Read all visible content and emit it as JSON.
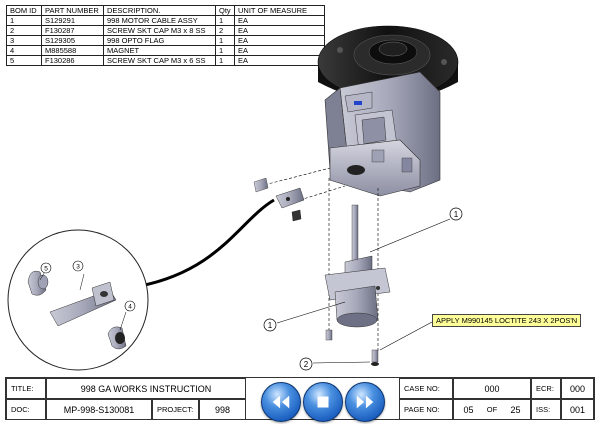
{
  "bom": {
    "headers": [
      "BOM ID",
      "PART NUMBER",
      "DESCRIPTION.",
      "Qty",
      "UNIT OF MEASURE"
    ],
    "rows": [
      [
        "1",
        "S129291",
        "998 MOTOR CABLE ASSY",
        "1",
        "EA"
      ],
      [
        "2",
        "F130287",
        "SCREW SKT CAP M3 x 8  SS",
        "2",
        "EA"
      ],
      [
        "3",
        "S129305",
        "998 OPTO FLAG",
        "1",
        "EA"
      ],
      [
        "4",
        "M885588",
        "MAGNET",
        "1",
        "EA"
      ],
      [
        "5",
        "F130286",
        "SCREW SKT CAP M3 x 6  SS",
        "1",
        "EA"
      ]
    ]
  },
  "callouts": {
    "c1a": "1",
    "c1b": "1",
    "c2": "2",
    "d3": "3",
    "d4": "4",
    "d5": "5"
  },
  "note": "APPLY M990145 LOCTITE 243 X 2POS'N",
  "footer": {
    "title_label": "TITLE:",
    "title_value": "998 GA WORKS INSTRUCTION",
    "doc_label": "DOC:",
    "doc_value": "MP-998-S130081",
    "project_label": "PROJECT:",
    "project_value": "998",
    "case_label": "CASE NO:",
    "case_value": "000",
    "ecr_label": "ECR:",
    "ecr_value": "000",
    "page_label": "PAGE NO:",
    "page_value": "05",
    "of_label": "OF",
    "of_value": "25",
    "iss_label": "ISS:",
    "iss_value": "001"
  },
  "nav_icons": [
    "rewind-icon",
    "stop-icon",
    "fast-forward-icon"
  ],
  "colors": {
    "nav_blue": "#1b5fc0",
    "note_yellow": "#ffff99",
    "part_grey": "#9a9cae",
    "black_part": "#1a1a1a"
  }
}
